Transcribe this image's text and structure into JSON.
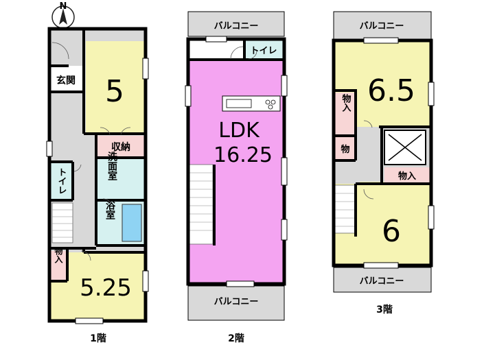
{
  "compass": {
    "north_label": "N"
  },
  "floors": {
    "f1": {
      "caption": "1階",
      "rooms": {
        "room5": "5",
        "entrance": "玄関",
        "storage": "収納",
        "toilet": "トイレ",
        "washroom": "洗面室",
        "bathroom": "浴室",
        "closet": "物入",
        "room525": "5.25"
      }
    },
    "f2": {
      "caption": "2階",
      "rooms": {
        "balcony_top": "バルコニー",
        "toilet": "トイレ",
        "ldk_label": "LDK",
        "ldk_size": "16.25",
        "balcony_bottom": "バルコニー"
      }
    },
    "f3": {
      "caption": "3階",
      "rooms": {
        "balcony_top": "バルコニー",
        "room65": "6.5",
        "closet1": "物入",
        "closet2": "物",
        "closet3": "物入",
        "room6": "6",
        "balcony_bottom": "バルコニー"
      }
    }
  },
  "colors": {
    "wall": "#000000",
    "room_yellow": "#f6f4b4",
    "ldk_pink": "#f4a4f1",
    "closet_pink": "#f8d6d6",
    "wet_area": "#d6f1f0",
    "bath_blue": "#8fd3f3",
    "hall_gray": "#d8d8d8",
    "balcony_gray": "#d9d9d9"
  }
}
